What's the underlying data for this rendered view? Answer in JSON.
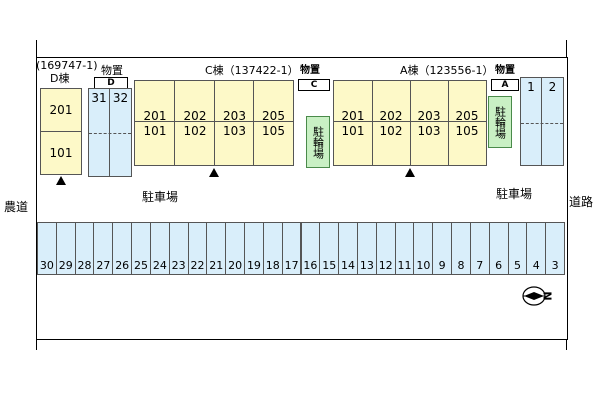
{
  "buildings": {
    "D": {
      "code": "(169747-1)",
      "name": "D棟",
      "rooms": [
        "201",
        "101"
      ]
    },
    "C": {
      "title": "C棟（137422-1）",
      "rooms_upper": [
        "201",
        "202",
        "203",
        "205"
      ],
      "rooms_lower": [
        "101",
        "102",
        "103",
        "105"
      ]
    },
    "A": {
      "title": "A棟（123556-1）",
      "rooms_upper": [
        "201",
        "202",
        "203",
        "205"
      ],
      "rooms_lower": [
        "101",
        "102",
        "103",
        "105"
      ]
    }
  },
  "storage": {
    "label": "物置",
    "D": {
      "tag": "D",
      "units": [
        "31",
        "32"
      ]
    },
    "C": {
      "tag": "C"
    },
    "A": {
      "tag": "A",
      "units": [
        "1",
        "2"
      ]
    }
  },
  "bike_parking": "駐輪場",
  "parking_label": "駐車場",
  "roads": {
    "left": "農道",
    "right": "道路"
  },
  "parking_spaces": [
    "30",
    "29",
    "28",
    "27",
    "26",
    "25",
    "24",
    "23",
    "22",
    "21",
    "20",
    "19",
    "18",
    "17",
    "16",
    "15",
    "14",
    "13",
    "12",
    "11",
    "10",
    "9",
    "8",
    "7",
    "6",
    "5",
    "4",
    "3"
  ],
  "compass": {
    "letter": "N"
  }
}
